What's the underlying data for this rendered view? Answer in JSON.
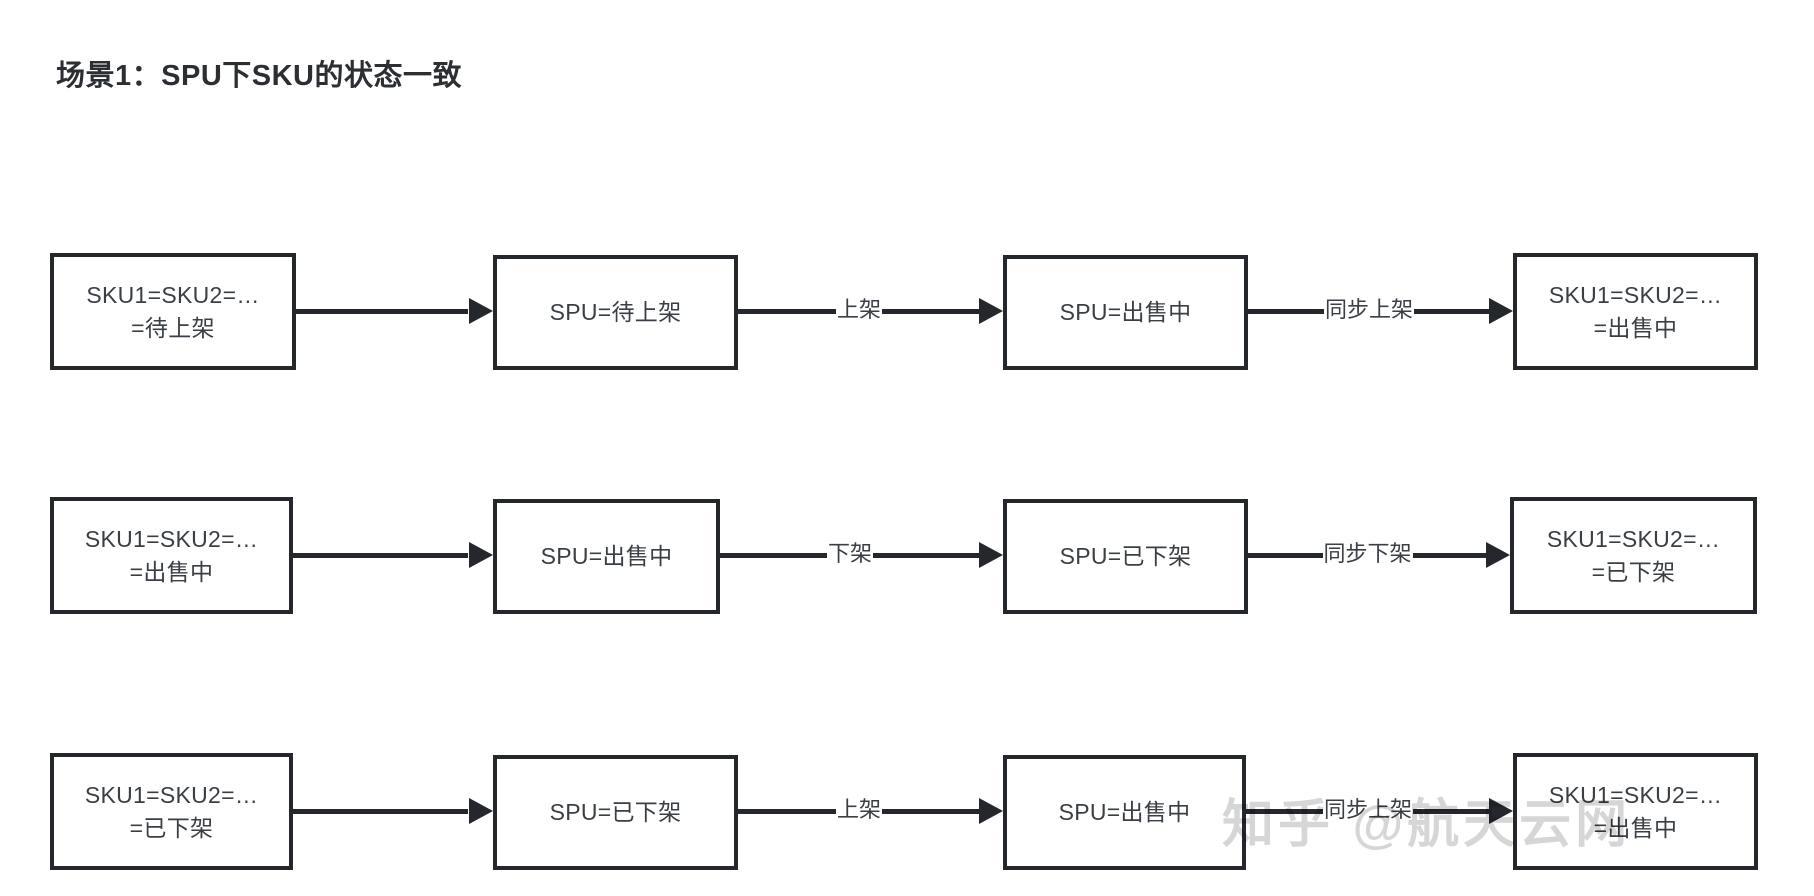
{
  "title": "场景1：SPU下SKU的状态一致",
  "watermark": "知乎 @航天云网",
  "colors": {
    "stroke": "#24282c",
    "text": "#3a3f45",
    "background": "#ffffff",
    "watermark": "rgba(0,0,0,0.16)"
  },
  "rows": [
    {
      "nodes": [
        {
          "line1": "SKU1=SKU2=…",
          "line2": "=待上架"
        },
        {
          "line1": "SPU=待上架",
          "line2": ""
        },
        {
          "line1": "SPU=出售中",
          "line2": ""
        },
        {
          "line1": "SKU1=SKU2=…",
          "line2": "=出售中"
        }
      ],
      "edges": [
        {
          "label": ""
        },
        {
          "label": "上架"
        },
        {
          "label": "同步上架"
        }
      ]
    },
    {
      "nodes": [
        {
          "line1": "SKU1=SKU2=…",
          "line2": "=出售中"
        },
        {
          "line1": "SPU=出售中",
          "line2": ""
        },
        {
          "line1": "SPU=已下架",
          "line2": ""
        },
        {
          "line1": "SKU1=SKU2=…",
          "line2": "=已下架"
        }
      ],
      "edges": [
        {
          "label": ""
        },
        {
          "label": "下架"
        },
        {
          "label": "同步下架"
        }
      ]
    },
    {
      "nodes": [
        {
          "line1": "SKU1=SKU2=…",
          "line2": "=已下架"
        },
        {
          "line1": "SPU=已下架",
          "line2": ""
        },
        {
          "line1": "SPU=出售中",
          "line2": ""
        },
        {
          "line1": "SKU1=SKU2=…",
          "line2": "=出售中"
        }
      ],
      "edges": [
        {
          "label": ""
        },
        {
          "label": "上架"
        },
        {
          "label": "同步上架"
        }
      ]
    }
  ]
}
